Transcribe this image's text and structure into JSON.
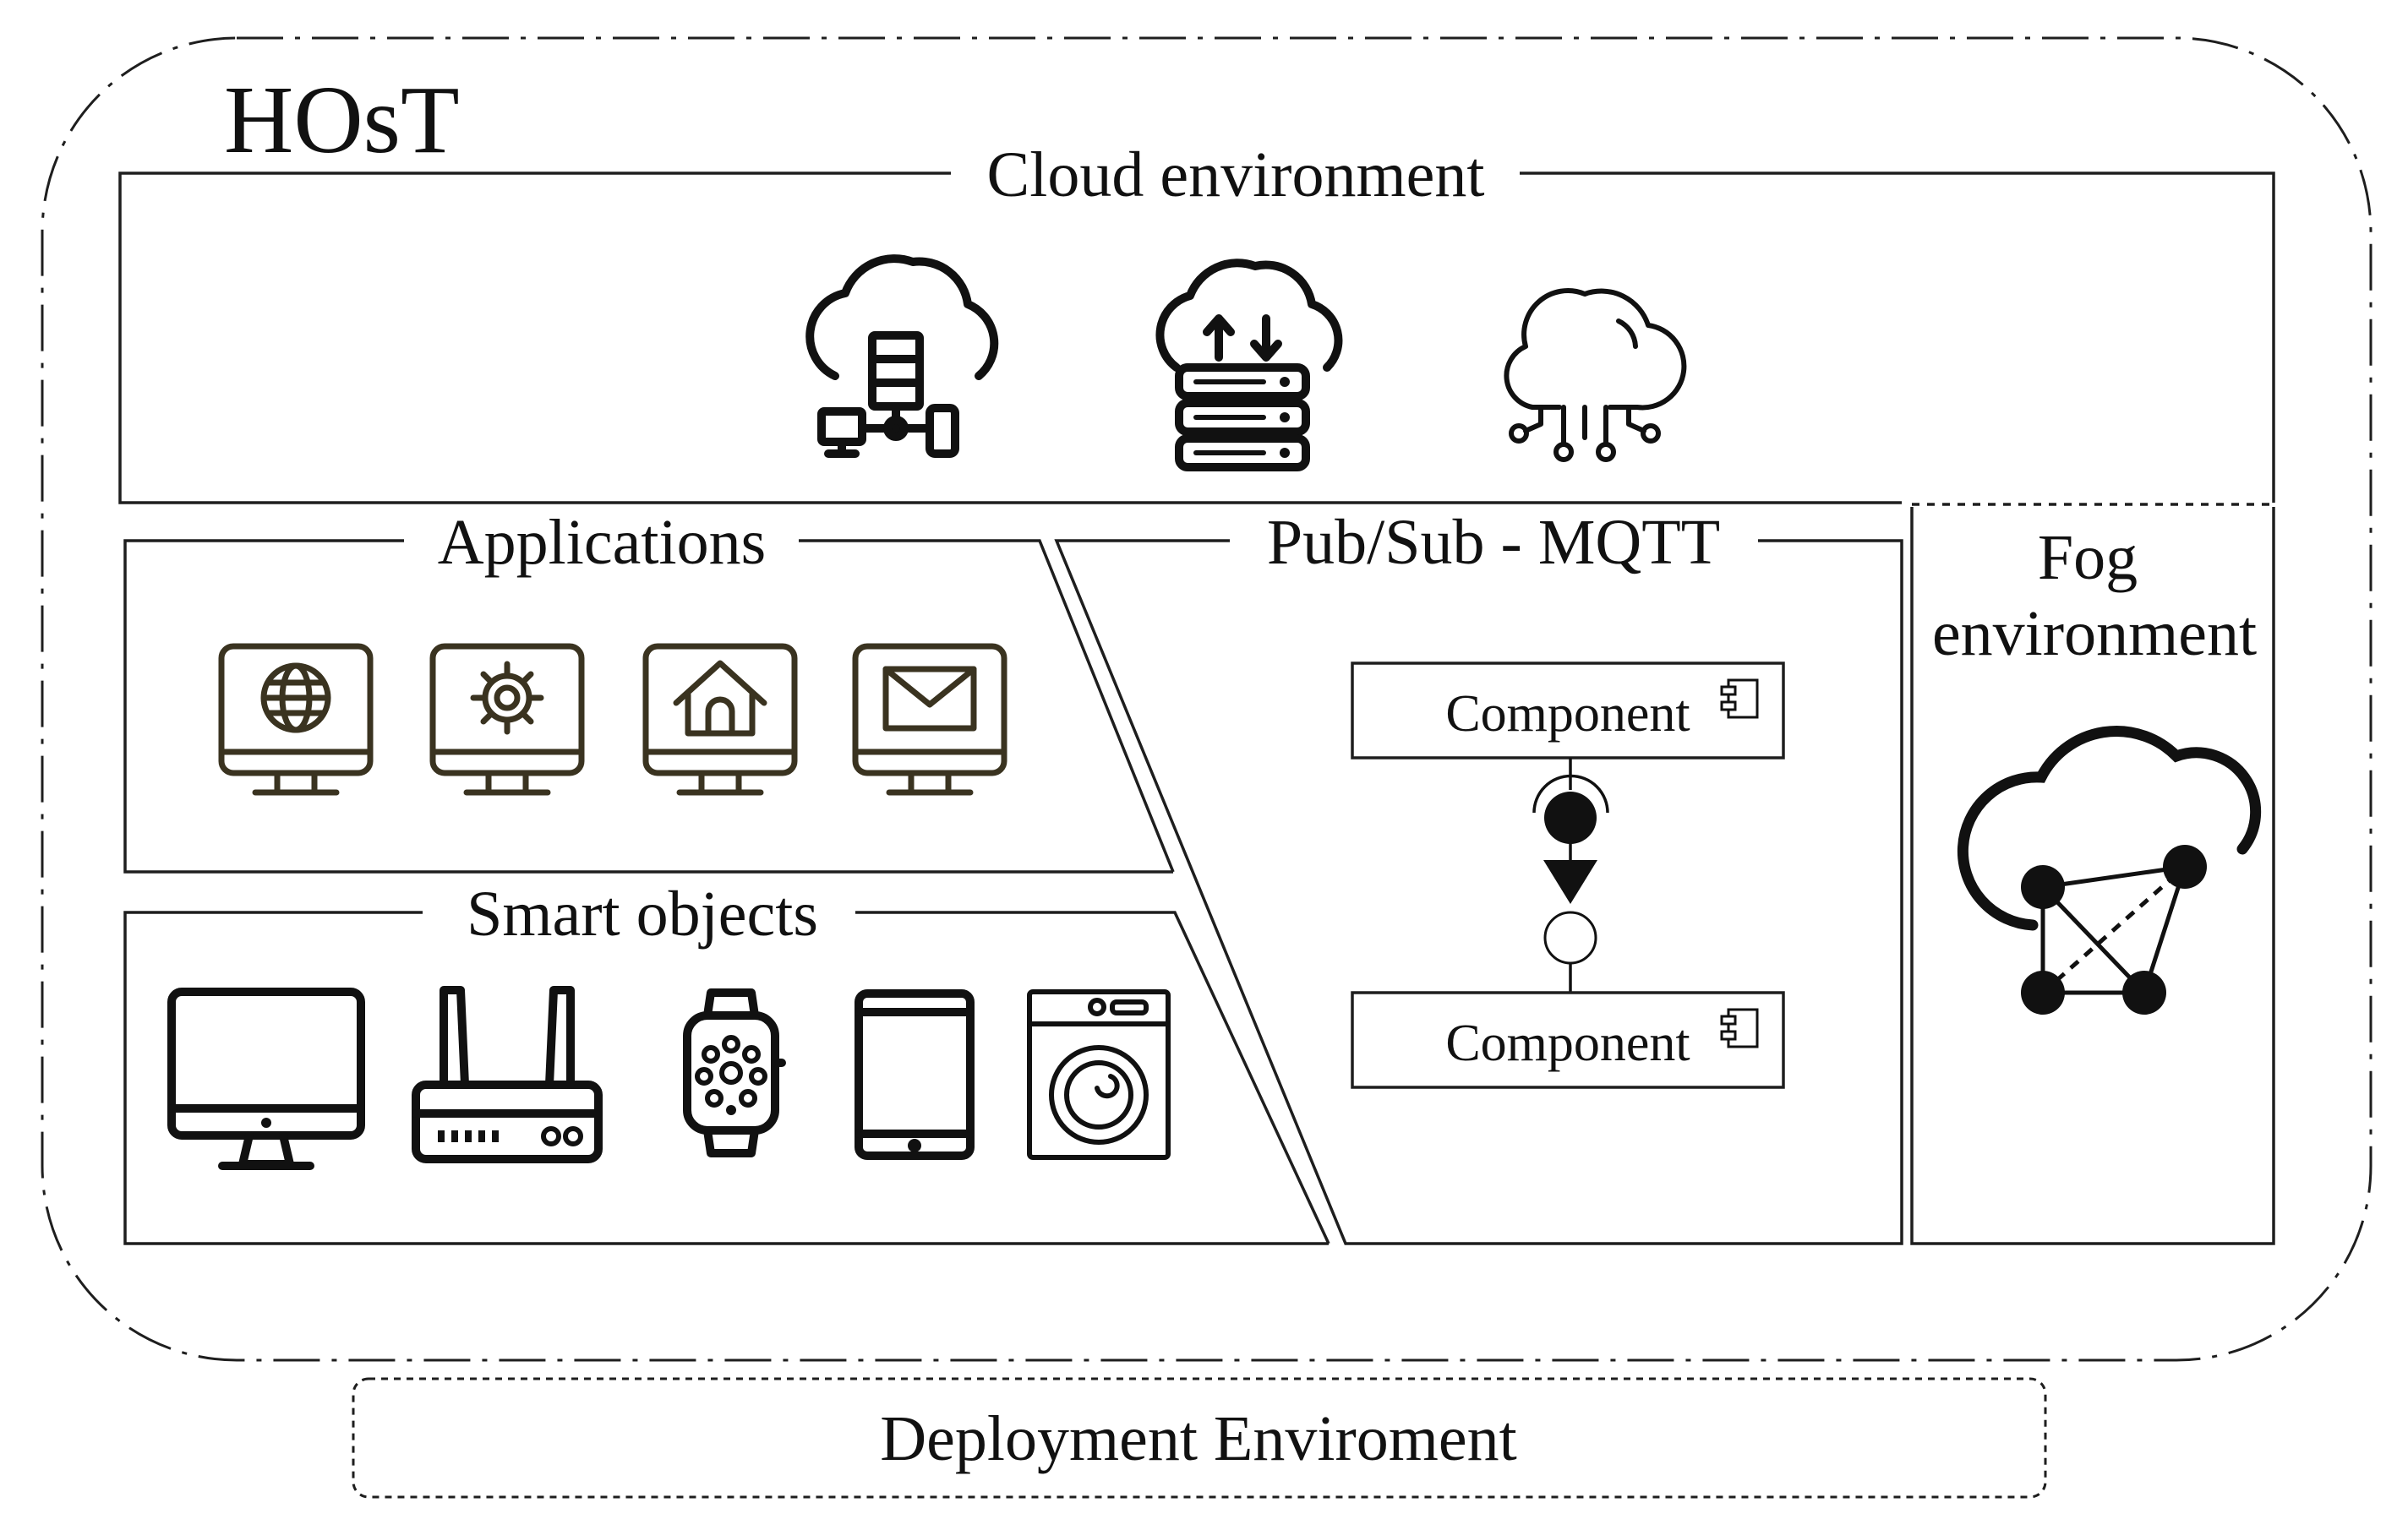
{
  "host": {
    "title": "HOsT"
  },
  "cloud": {
    "label": "Cloud environment",
    "icons": [
      "cloud-server-network-icon",
      "cloud-upload-download-server-icon",
      "cloud-circuit-icon"
    ]
  },
  "applications": {
    "label": "Applications",
    "icons": [
      "monitor-globe-icon",
      "monitor-gear-icon",
      "monitor-home-icon",
      "monitor-mail-icon"
    ]
  },
  "smart_objects": {
    "label": "Smart objects",
    "icons": [
      "desktop-monitor-icon",
      "wifi-router-icon",
      "smartwatch-icon",
      "tablet-icon",
      "washing-machine-icon"
    ]
  },
  "pubsub": {
    "label": "Pub/Sub - MQTT",
    "component_top": "Component",
    "component_bottom": "Component",
    "component_icon": "uml-component-icon"
  },
  "fog": {
    "label_line1": "Fog",
    "label_line2": "environment",
    "icon": "fog-cloud-network-icon"
  },
  "deployment": {
    "label": "Deployment Enviroment"
  },
  "colors": {
    "stroke": "#1e1e1e",
    "icon_dark": "#111111",
    "icon_brown": "#3a3320",
    "background": "#ffffff"
  }
}
